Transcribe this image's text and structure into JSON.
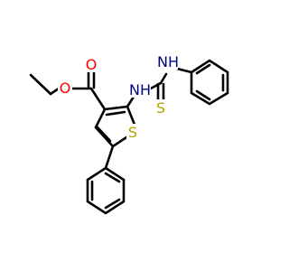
{
  "colors": {
    "bond": "#000000",
    "oxygen": "#ff0000",
    "nitrogen": "#000080",
    "sulfur": "#b5a200",
    "background": "#ffffff"
  },
  "atom_labels": {
    "o_ether": "O",
    "o_carbonyl": "O",
    "nh_upper": "NH",
    "nh_lower": "NH",
    "s_thioketone": "S",
    "s_ring": "S"
  }
}
